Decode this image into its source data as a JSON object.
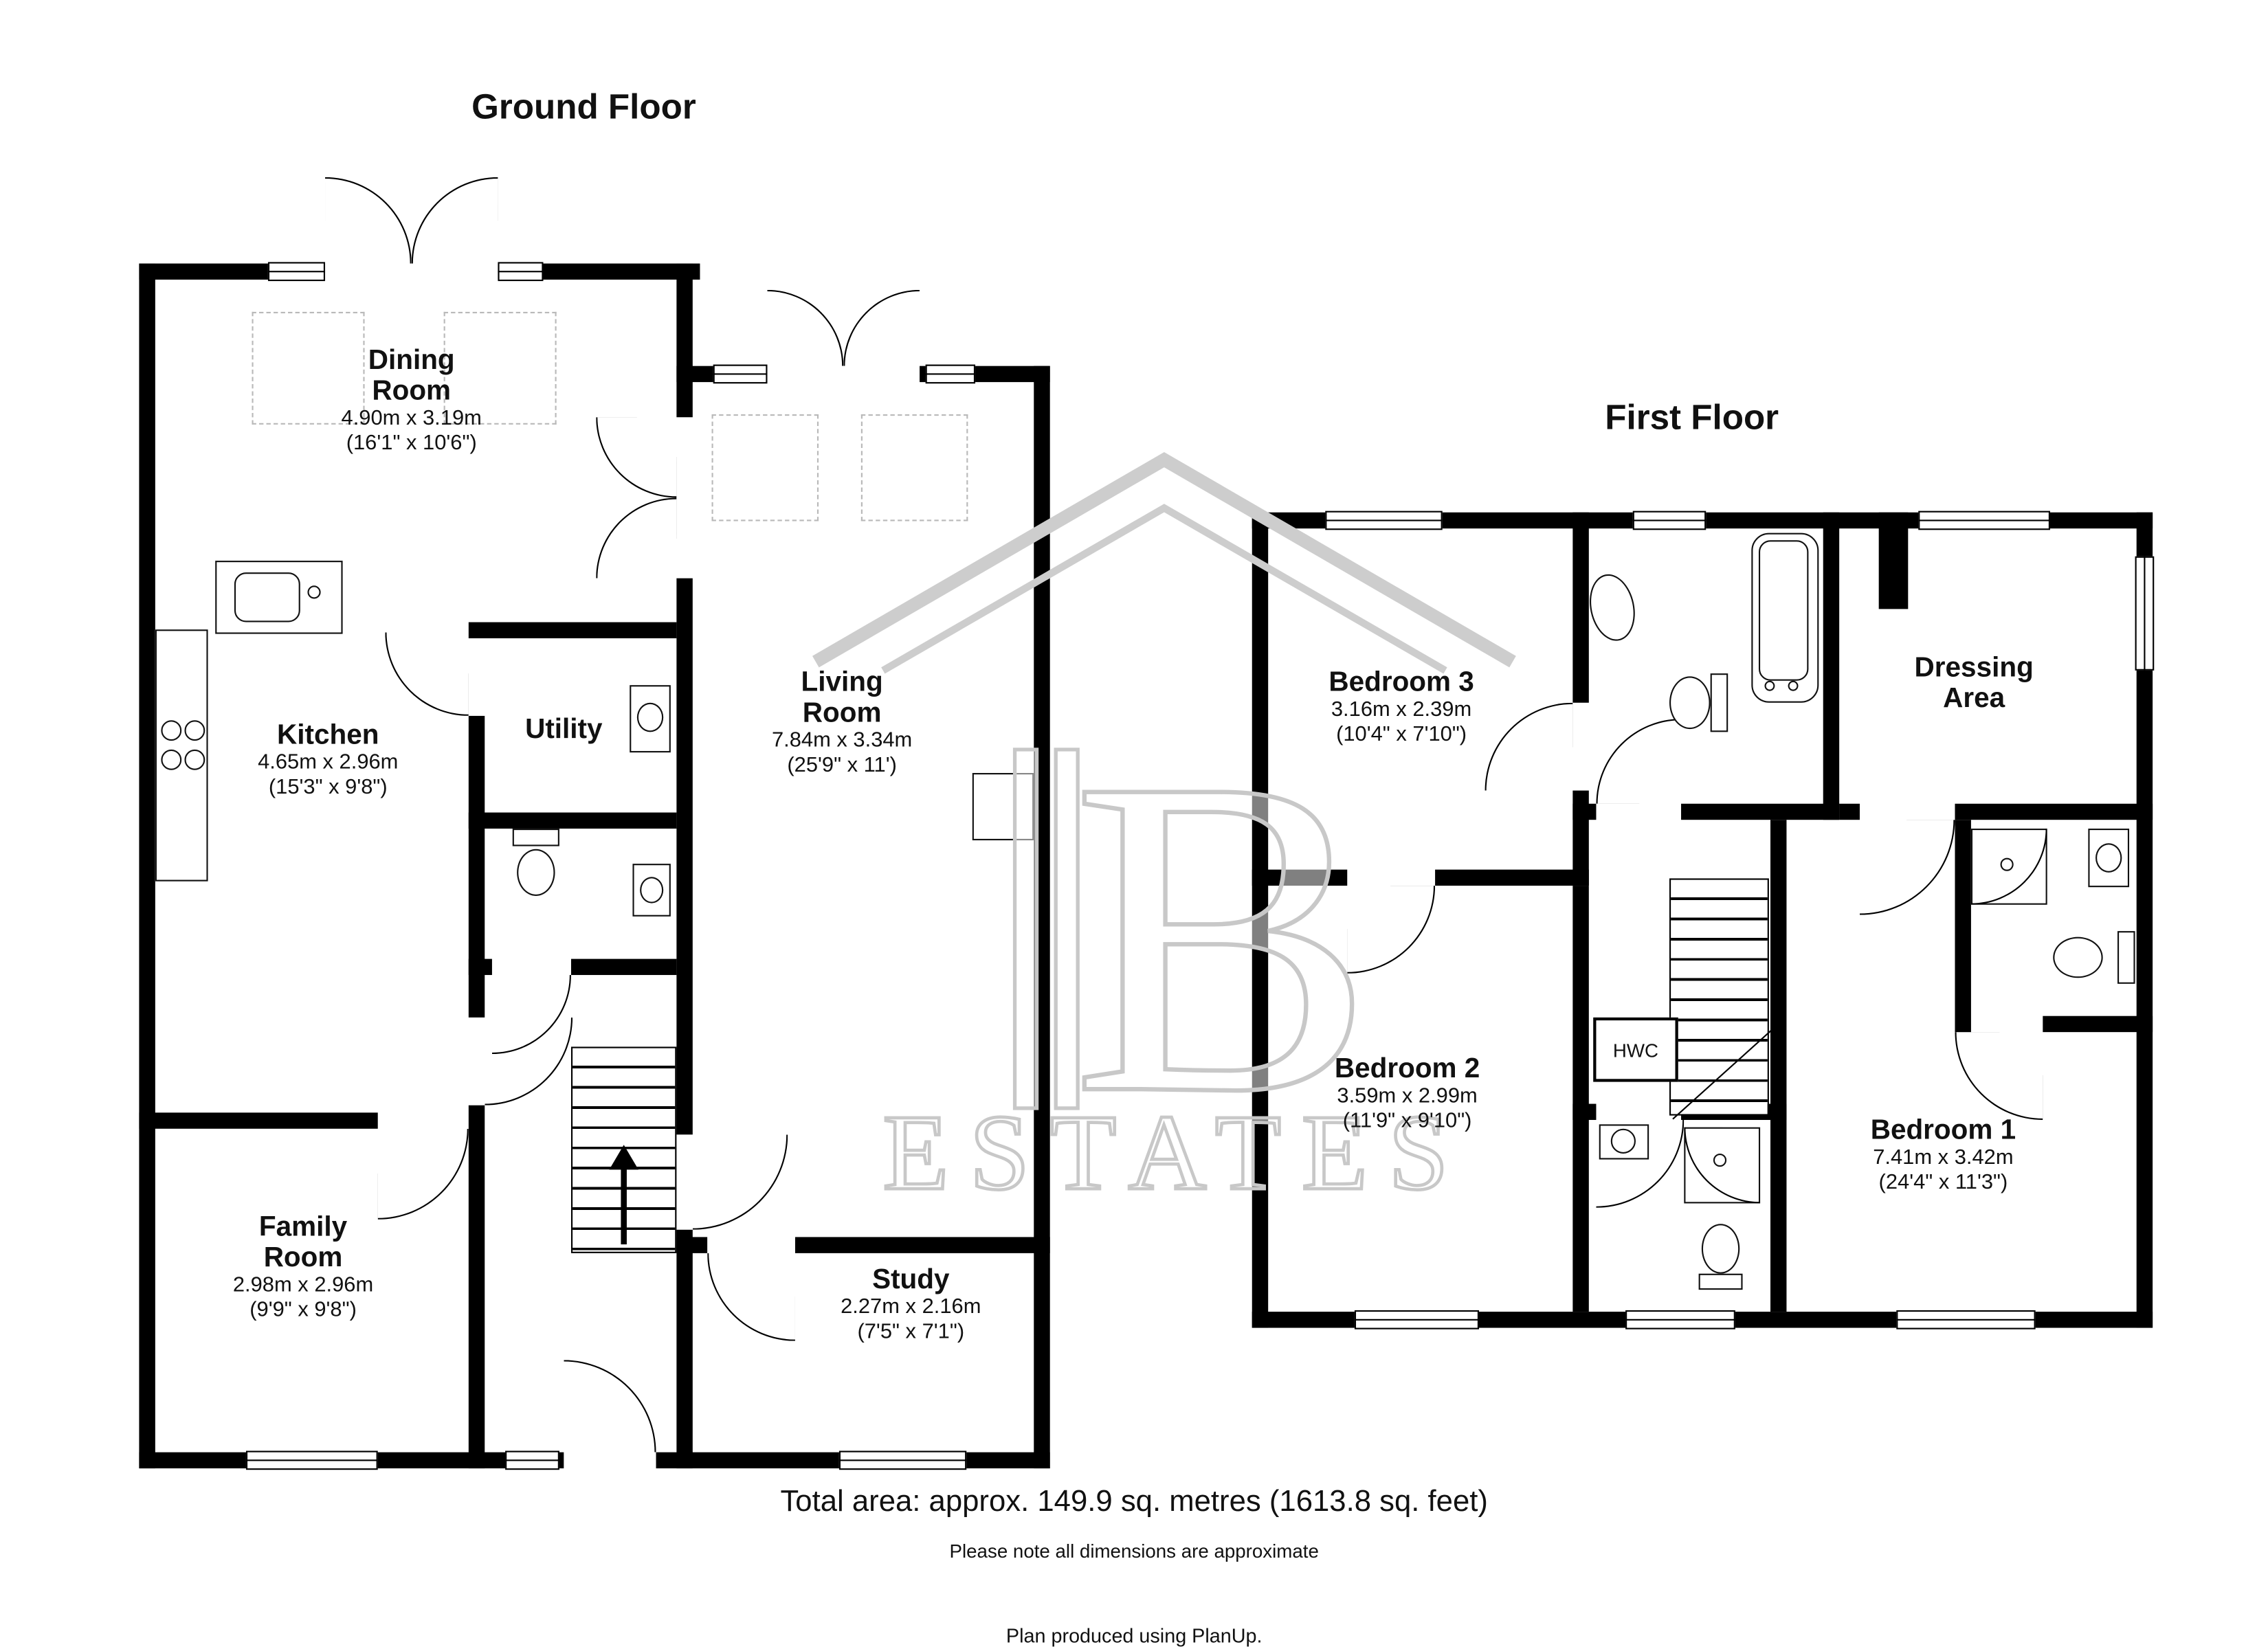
{
  "titles": {
    "ground_floor": "Ground Floor",
    "first_floor": "First Floor"
  },
  "rooms": {
    "dining": {
      "name": "Dining\nRoom",
      "metric": "4.90m x 3.19m",
      "imperial": "(16'1\" x 10'6\")"
    },
    "kitchen": {
      "name": "Kitchen",
      "metric": "4.65m x 2.96m",
      "imperial": "(15'3\" x 9'8\")"
    },
    "utility": {
      "name": "Utility"
    },
    "living": {
      "name": "Living\nRoom",
      "metric": "7.84m x 3.34m",
      "imperial": "(25'9\" x 11')"
    },
    "family": {
      "name": "Family\nRoom",
      "metric": "2.98m x 2.96m",
      "imperial": "(9'9\" x 9'8\")"
    },
    "study": {
      "name": "Study",
      "metric": "2.27m x 2.16m",
      "imperial": "(7'5\" x 7'1\")"
    },
    "bedroom3": {
      "name": "Bedroom 3",
      "metric": "3.16m x 2.39m",
      "imperial": "(10'4\" x 7'10\")"
    },
    "dressing": {
      "name": "Dressing\nArea"
    },
    "bedroom2": {
      "name": "Bedroom 2",
      "metric": "3.59m x 2.99m",
      "imperial": "(11'9\" x 9'10\")"
    },
    "bedroom1": {
      "name": "Bedroom 1",
      "metric": "7.41m x 3.42m",
      "imperial": "(24'4\" x 11'3\")"
    },
    "hwc": {
      "name": "HWC"
    }
  },
  "watermark": {
    "monogram": "B",
    "name": "ESTATES"
  },
  "footer": {
    "total_area": "Total area: approx. 149.9 sq. metres (1613.8 sq. feet)",
    "note": "Please note all dimensions are approximate",
    "credit": "Plan produced using PlanUp."
  },
  "colors": {
    "wall": "#000000",
    "text": "#111111",
    "watermark": "#c8c8c8"
  }
}
